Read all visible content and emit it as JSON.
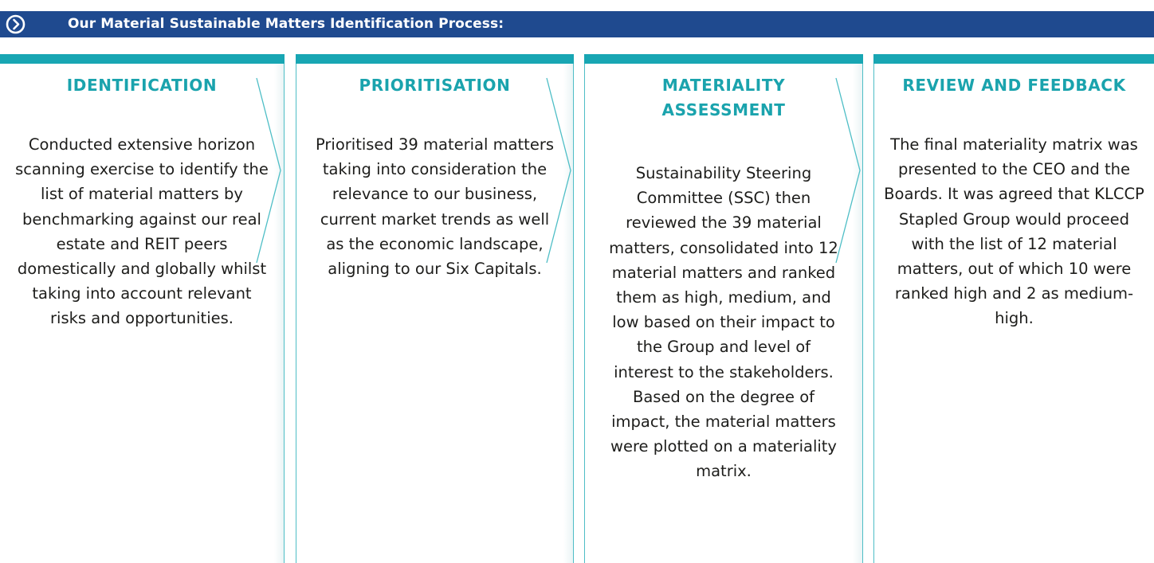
{
  "header": {
    "title": "Our Material Sustainable Matters Identification Process:",
    "icon": "chevron-right-circle-icon",
    "background_color": "#1f4a8f"
  },
  "colors": {
    "accent_teal": "#18a6b3",
    "title_teal": "#1aa3ad",
    "border_teal": "#4ebec6",
    "chevron_line": "#4ebec6",
    "body_text": "#1d1d1b"
  },
  "steps": [
    {
      "title": "IDENTIFICATION",
      "body": "Conducted extensive horizon scanning exercise to identify the list of material matters by benchmarking against our real estate and REIT peers domestically and globally whilst taking into account relevant risks and opportunities."
    },
    {
      "title": "PRIORITISATION",
      "body": "Prioritised 39 material matters taking into consideration the relevance to our business, current market trends as well as the economic landscape, aligning to our Six Capitals."
    },
    {
      "title": "MATERIALITY ASSESSMENT",
      "body": "Sustainability Steering Committee (SSC) then reviewed the 39 material matters, consolidated into 12 material matters and ranked them as high, medium, and low based on their impact to the Group and level of interest to the stakeholders. Based on the degree of impact, the material matters were plotted on a materiality matrix."
    },
    {
      "title": "REVIEW AND FEEDBACK",
      "body": "The final materiality matrix was presented to the CEO and the Boards. It was agreed that KLCCP Stapled Group would proceed with the list of 12 material matters, out of which 10 were ranked high and 2 as medium-high."
    }
  ]
}
